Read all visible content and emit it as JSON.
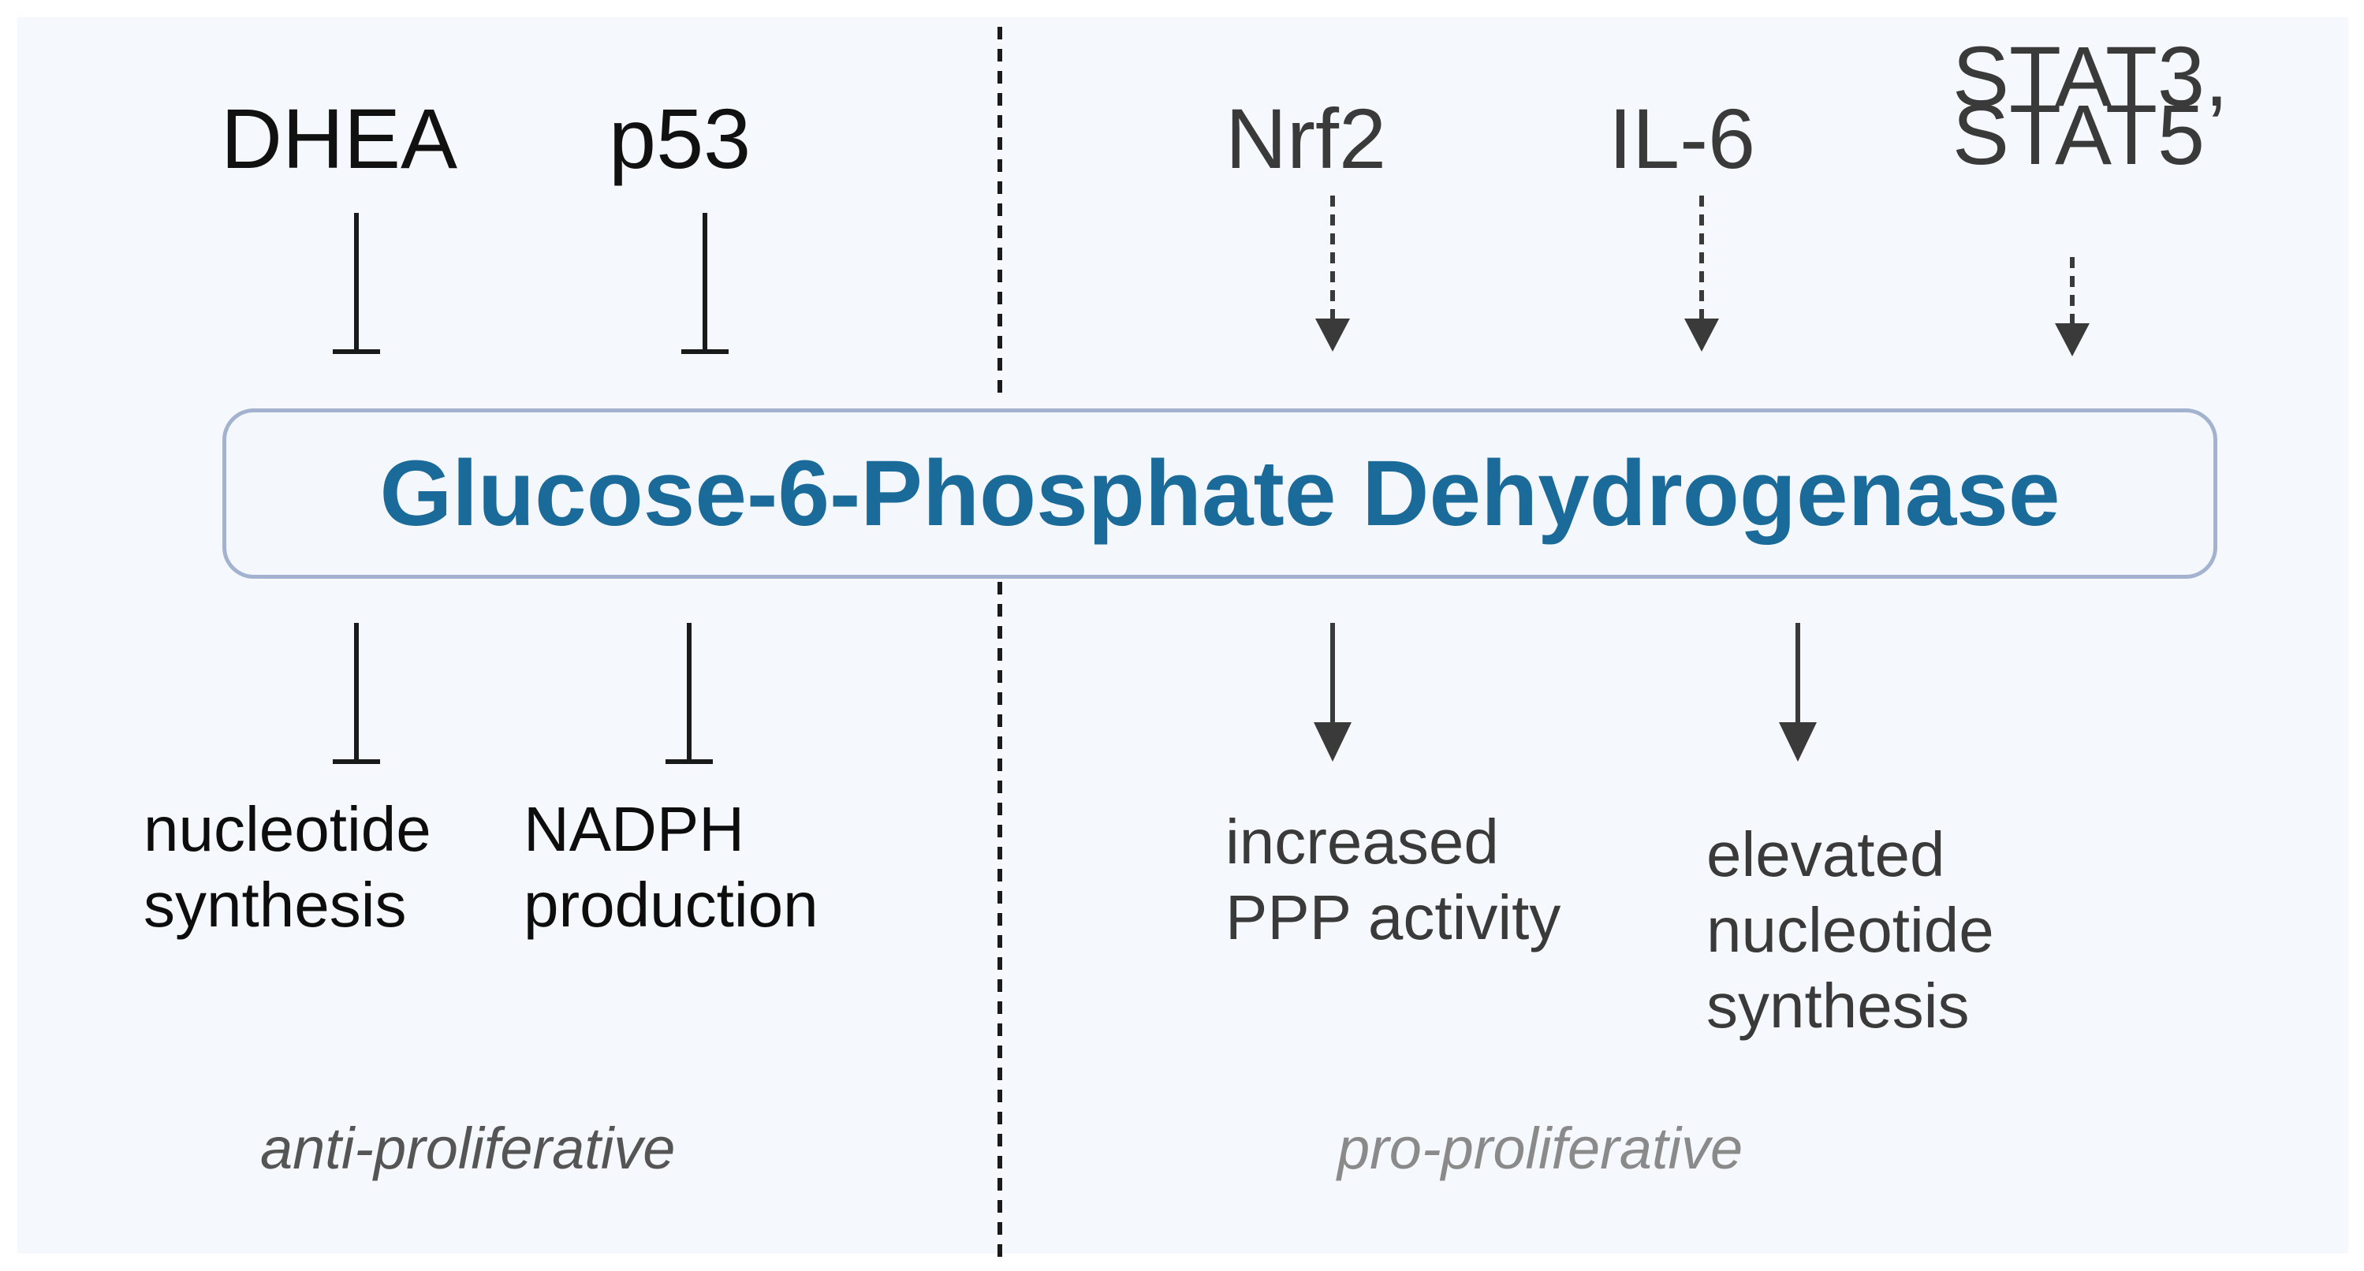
{
  "enzyme": {
    "label": "Glucose-6-Phosphate Dehydrogenase"
  },
  "left": {
    "regulators": [
      "DHEA",
      "p53"
    ],
    "effects": [
      "nucleotide\nsynthesis",
      "NADPH\nproduction"
    ],
    "caption": "anti-proliferative"
  },
  "right": {
    "regulators": [
      "Nrf2",
      "IL-6",
      "STAT3,\nSTAT5"
    ],
    "effects": [
      "increased\nPPP activity",
      "elevated\nnucleotide\nsynthesis"
    ],
    "caption": "pro-proliferative"
  },
  "colors": {
    "enzyme_text": "#1a6a9a",
    "enzyme_border": "#a3b3cf",
    "panel": "#f5f8fc",
    "arrow": "#3a3a3a"
  }
}
